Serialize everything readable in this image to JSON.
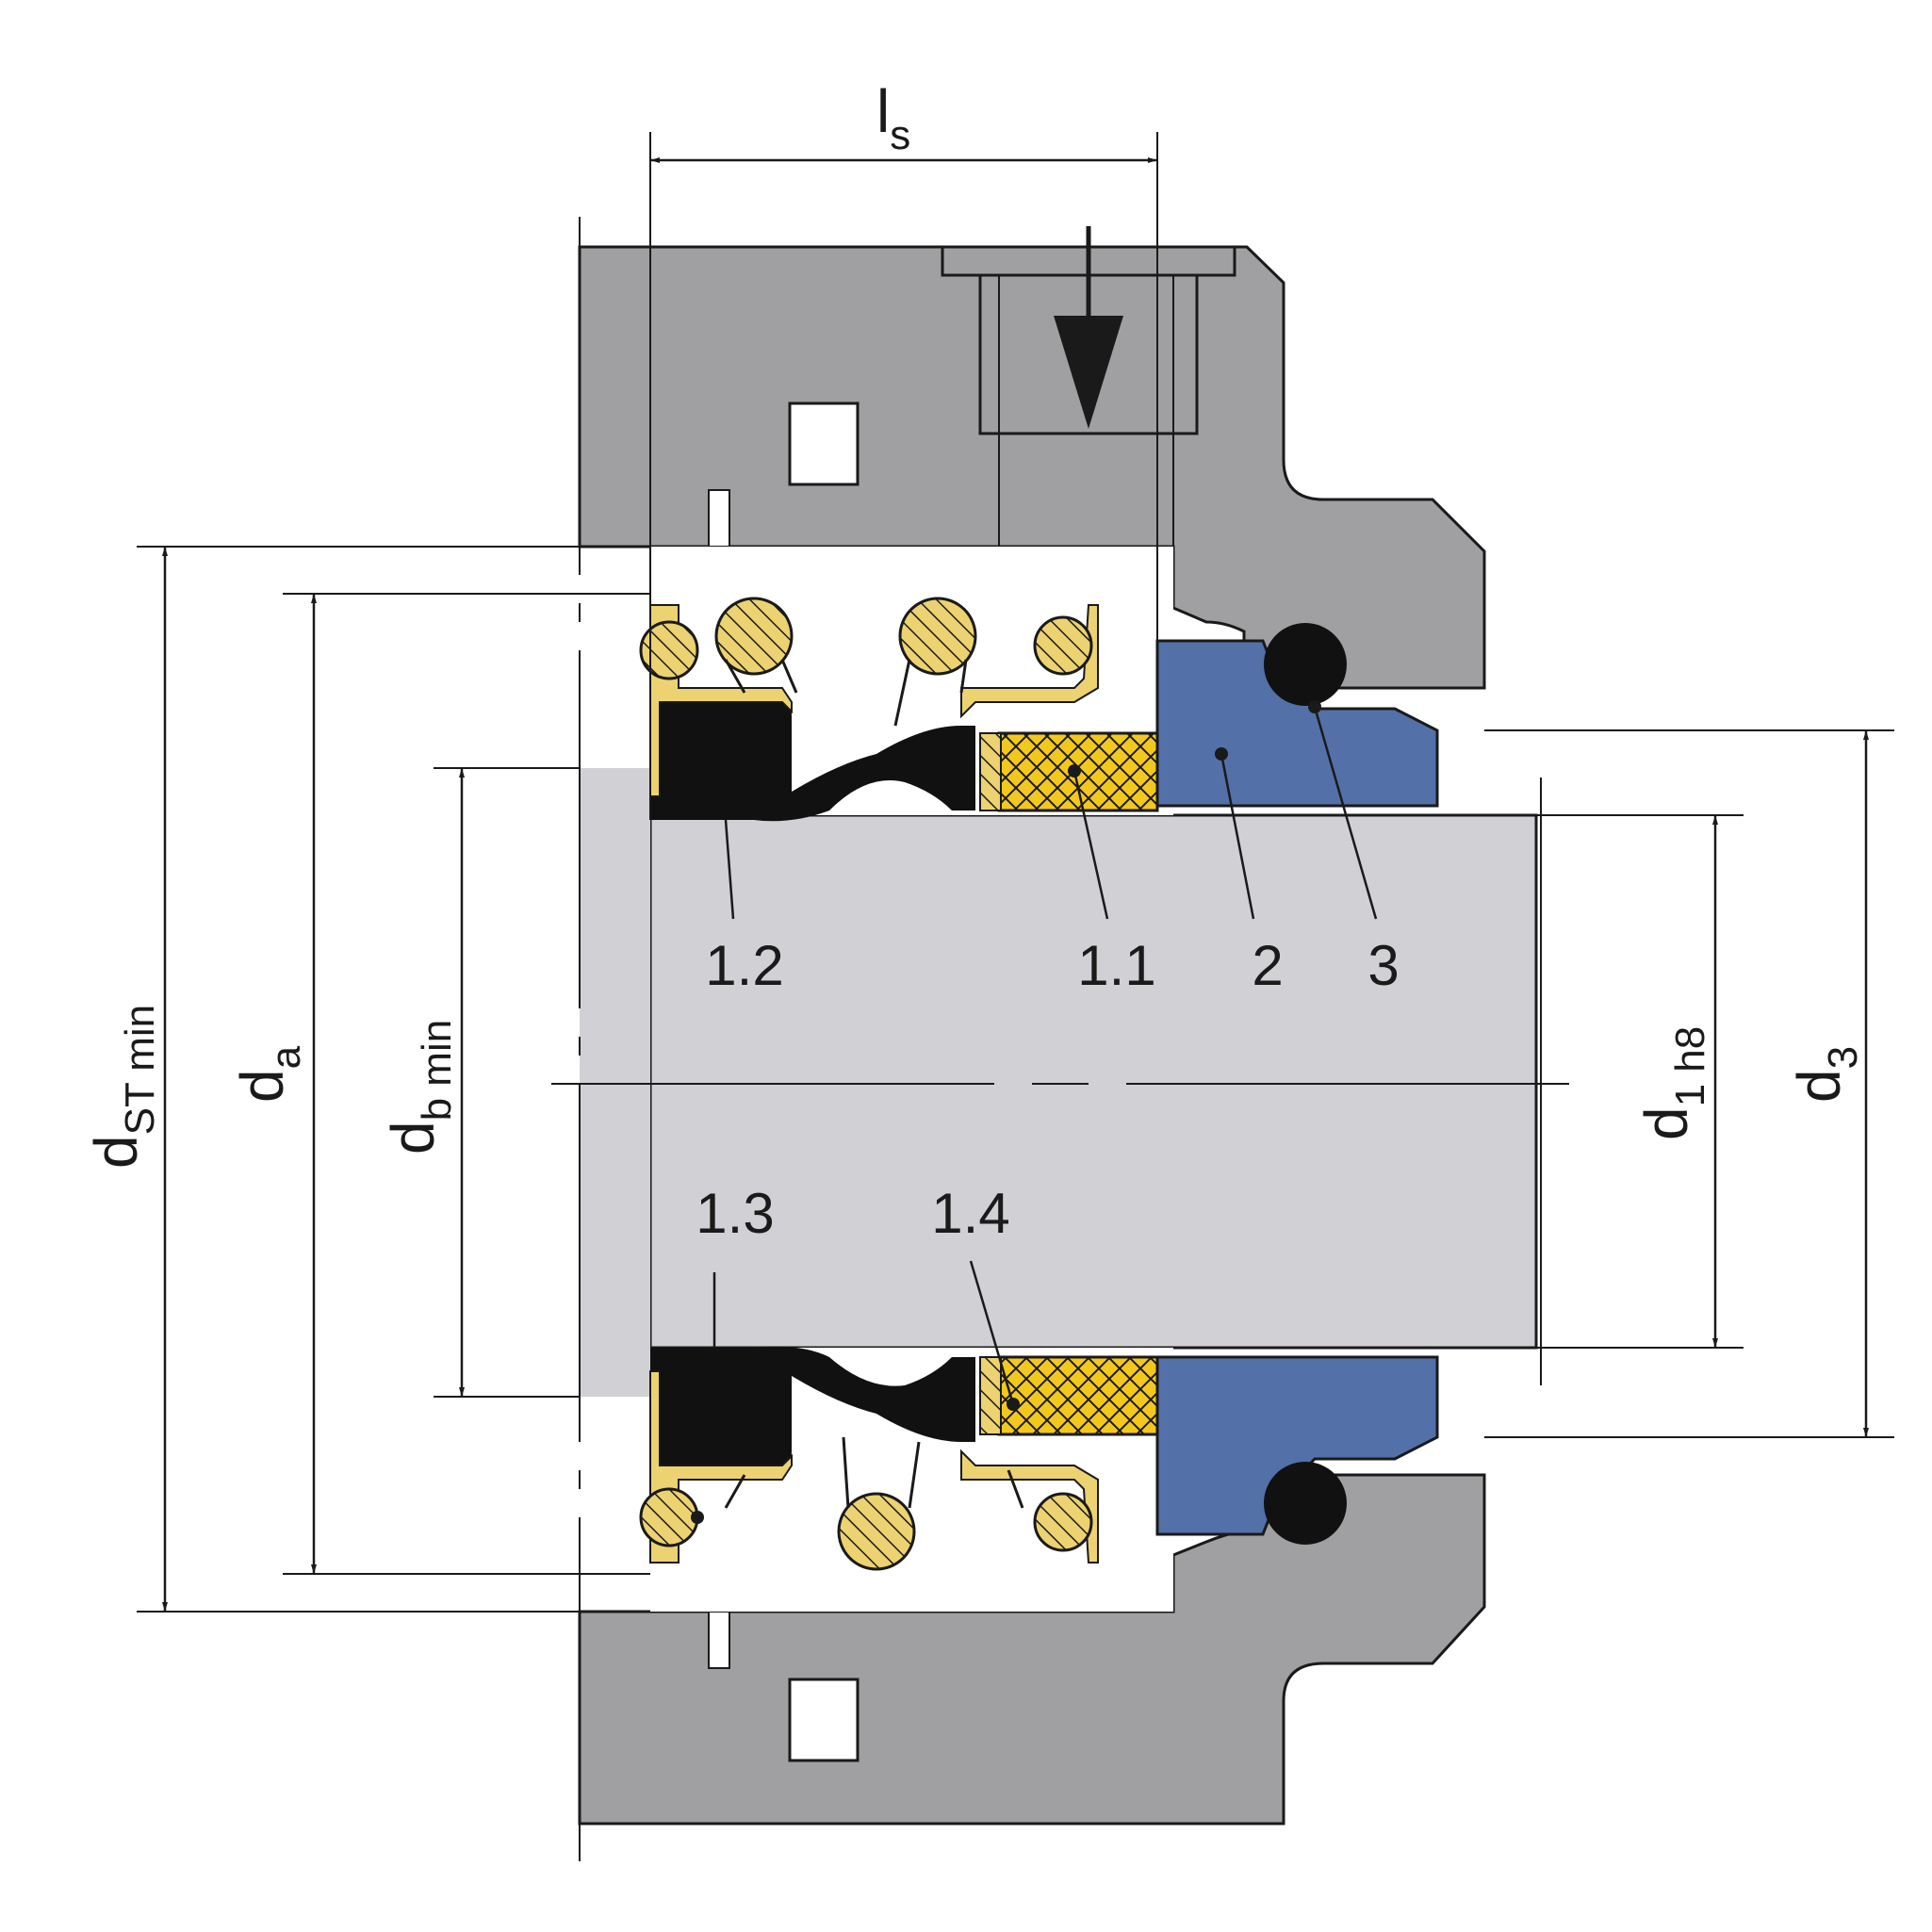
{
  "part_numbers": {
    "p1_1": "1.1",
    "p1_2": "1.2",
    "p1_3": "1.3",
    "p1_4": "1.4",
    "p2": "2",
    "p3": "3"
  },
  "dimensions": {
    "ls": {
      "main": "l",
      "sub": "s"
    },
    "d_st_min": {
      "main": "d",
      "sub": "ST min"
    },
    "d_a": {
      "main": "d",
      "sub": "a"
    },
    "d_b_min": {
      "main": "d",
      "sub": "b min"
    },
    "d_1_h8": {
      "main": "d",
      "sub": "1 h8"
    },
    "d_3": {
      "main": "d",
      "sub": "3"
    }
  },
  "colors": {
    "housing": "#a0a0a2",
    "shaft": "#d1d1d5",
    "seat": "#5470a8",
    "seal_face": "#f2c81e",
    "metal_part": "#ecd270",
    "elastomer": "#111111"
  }
}
